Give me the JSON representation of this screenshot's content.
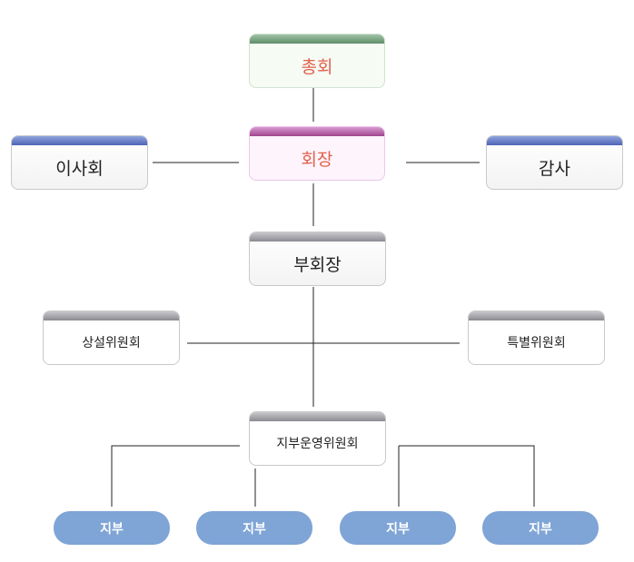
{
  "nodes": {
    "general_assembly": "총회",
    "president": "회장",
    "board": "이사회",
    "auditor": "감사",
    "vice_president": "부회장",
    "standing_committee": "상설위원회",
    "special_committee": "특별위원회",
    "branch_committee": "지부운영위원회"
  },
  "branches": [
    "지부",
    "지부",
    "지부",
    "지부"
  ],
  "colors": {
    "accent_text": "#e2624b",
    "branch_fill": "#7fa4d6",
    "line": "#222222"
  }
}
